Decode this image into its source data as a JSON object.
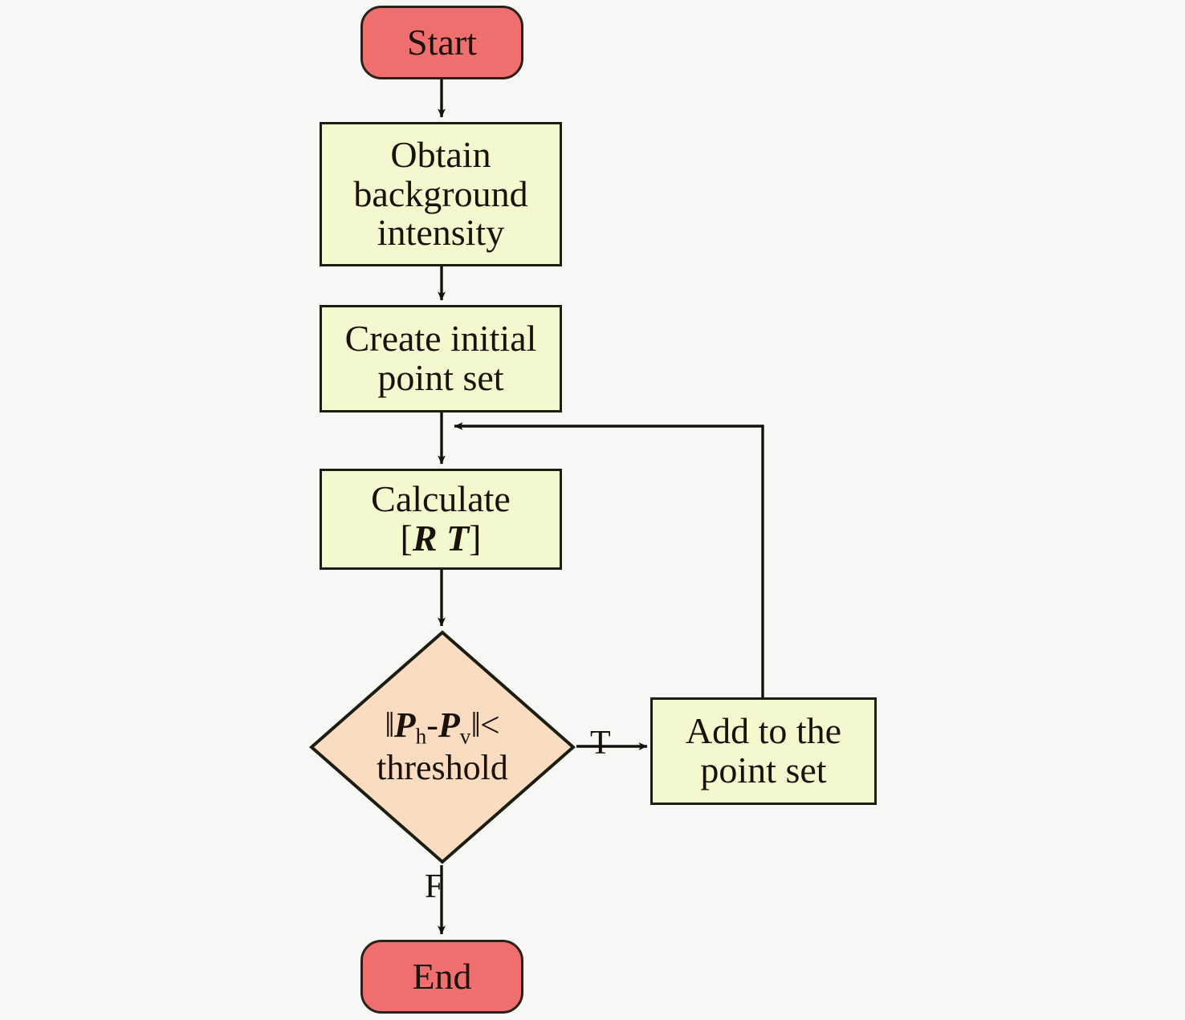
{
  "diagram": {
    "title": "Registration algorithm flowchart",
    "background_color": "#f7f7f5",
    "colors": {
      "terminator_fill": "#ef6f6f",
      "process_fill": "#f4f8cf",
      "decision_fill": "#fadcc0",
      "stroke": "#1c1c10",
      "text": "#1a1208"
    },
    "nodes": [
      {
        "id": "start",
        "type": "terminator",
        "label": "Start"
      },
      {
        "id": "background",
        "type": "process",
        "label": "Obtain background intensity"
      },
      {
        "id": "initial",
        "type": "process",
        "label": "Create initial point set"
      },
      {
        "id": "calculate",
        "type": "process",
        "label": "Calculate [R T]"
      },
      {
        "id": "decision",
        "type": "decision",
        "label": "||Ph-Pv||< threshold"
      },
      {
        "id": "add",
        "type": "process",
        "label": "Add to the point set"
      },
      {
        "id": "end",
        "type": "terminator",
        "label": "End"
      }
    ],
    "node_text": {
      "start": "Start",
      "background_line1": "Obtain",
      "background_line2": "background",
      "background_line3": "intensity",
      "initial_line1": "Create initial",
      "initial_line2": "point set",
      "calculate_line1": "Calculate",
      "calculate_bracket_open": "[",
      "calculate_r": "R",
      "calculate_space": " ",
      "calculate_t": "T",
      "calculate_bracket_close": "]",
      "decision_norm_open": "‖",
      "decision_p1": "P",
      "decision_p1_sub": "h",
      "decision_minus": "-",
      "decision_p2": "P",
      "decision_p2_sub": "v",
      "decision_norm_close": "‖",
      "decision_lt": "<",
      "decision_line2": "threshold",
      "add_line1": "Add to the",
      "add_line2": "point set",
      "end": "End"
    },
    "edge_labels": {
      "true_branch": "T",
      "false_branch": "F"
    },
    "edges": [
      {
        "from": "start",
        "to": "background",
        "label": ""
      },
      {
        "from": "background",
        "to": "initial",
        "label": ""
      },
      {
        "from": "initial",
        "to": "calculate",
        "label": ""
      },
      {
        "from": "calculate",
        "to": "decision",
        "label": ""
      },
      {
        "from": "decision",
        "to": "add",
        "label": "T"
      },
      {
        "from": "decision",
        "to": "end",
        "label": "F"
      },
      {
        "from": "add",
        "to": "calculate",
        "label": ""
      }
    ]
  }
}
